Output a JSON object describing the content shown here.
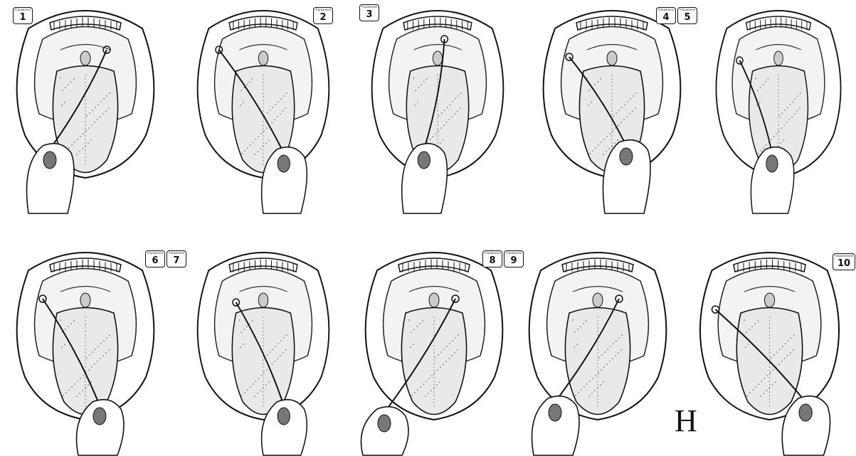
{
  "panels": [
    {
      "id": "p1",
      "badges": [
        {
          "num": "1",
          "caption": "Упражнение"
        }
      ]
    },
    {
      "id": "p2",
      "badges": [
        {
          "num": "2",
          "caption": "Упражнение"
        }
      ]
    },
    {
      "id": "p3",
      "badges": [
        {
          "num": "3",
          "caption": "Упражнение"
        }
      ]
    },
    {
      "id": "p4",
      "badges": [
        {
          "num": "4",
          "caption": "Упражнение"
        },
        {
          "num": "5",
          "caption": "Упражнение"
        }
      ]
    },
    {
      "id": "p5",
      "badges": []
    },
    {
      "id": "p6",
      "badges": [
        {
          "num": "6",
          "caption": "Упражнение"
        },
        {
          "num": "7",
          "caption": "Упражнение"
        }
      ]
    },
    {
      "id": "p7",
      "badges": []
    },
    {
      "id": "p8",
      "badges": [
        {
          "num": "8",
          "caption": "Упражнение"
        },
        {
          "num": "9",
          "caption": "Упражнение"
        }
      ]
    },
    {
      "id": "p9",
      "badges": []
    },
    {
      "id": "p10",
      "badges": [
        {
          "num": "10",
          "caption": "Упражнение"
        }
      ]
    }
  ],
  "stray_text": "H"
}
